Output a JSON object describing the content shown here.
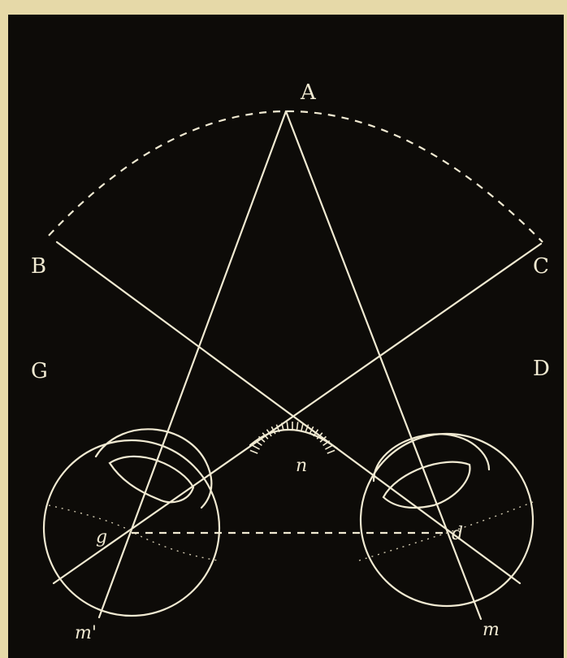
{
  "figure": {
    "background_color": "#e6d9a8",
    "plate_color": "#0d0b08",
    "ink_color": "#f1ead2"
  },
  "labels": {
    "A": "A",
    "B": "B",
    "C": "C",
    "G": "G",
    "D": "D",
    "g": "g",
    "d": "d",
    "n": "n",
    "m": "m",
    "m_prime": "m'"
  }
}
